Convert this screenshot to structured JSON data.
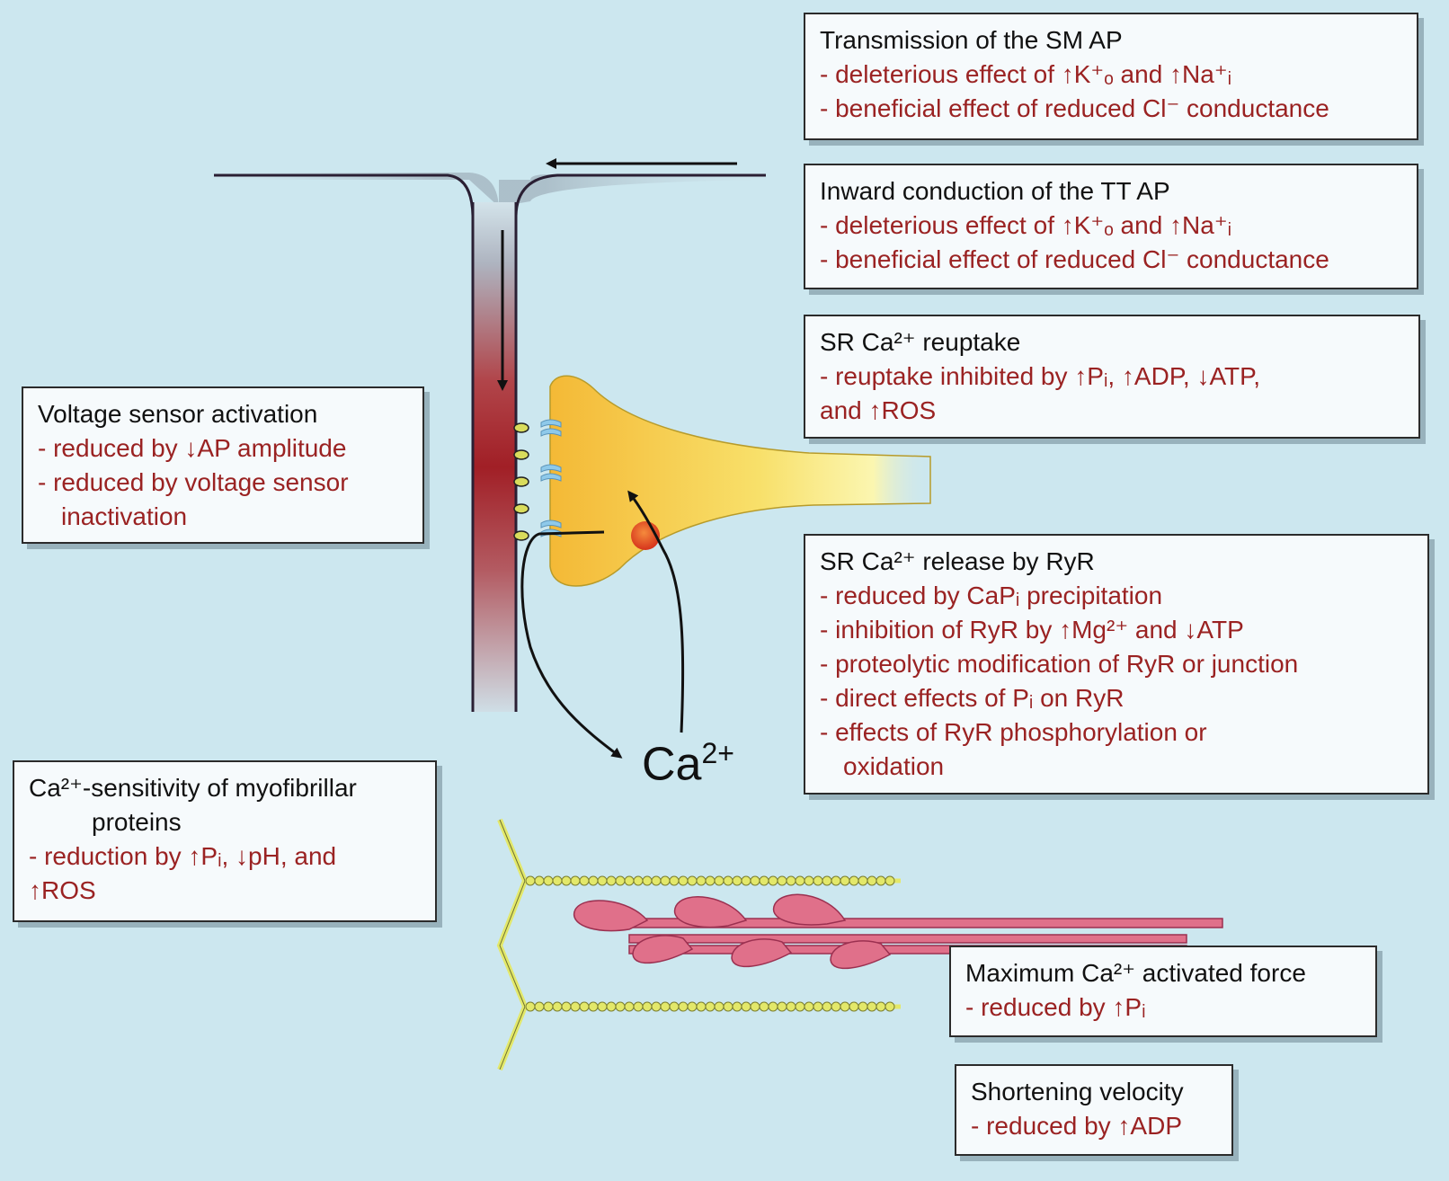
{
  "boxes": {
    "sm_ap": {
      "title": "Transmission of the SM AP",
      "lines": [
        "- deleterious effect of ↑K⁺ₒ and ↑Na⁺ᵢ",
        "- beneficial effect of reduced Cl⁻ conductance"
      ]
    },
    "tt_ap": {
      "title": "Inward conduction of the TT AP",
      "lines": [
        "- deleterious effect of ↑K⁺ₒ and ↑Na⁺ᵢ",
        "- beneficial effect of reduced Cl⁻ conductance"
      ]
    },
    "sr_reuptake": {
      "title": "SR Ca²⁺ reuptake",
      "lines": [
        "- reuptake inhibited by ↑Pᵢ, ↑ADP, ↓ATP,",
        "and ↑ROS"
      ]
    },
    "voltage_sensor": {
      "title": "Voltage sensor activation",
      "lines": [
        "- reduced by ↓AP amplitude",
        "- reduced by voltage sensor",
        "inactivation"
      ]
    },
    "sr_release": {
      "title": "SR Ca²⁺ release by RyR",
      "lines": [
        "- reduced by CaPᵢ precipitation",
        "- inhibition of RyR by ↑Mg²⁺ and ↓ATP",
        "- proteolytic modification of RyR or junction",
        "- direct effects of Pᵢ on RyR",
        "- effects of RyR phosphorylation or",
        "oxidation"
      ]
    },
    "ca_sensitivity": {
      "title": "Ca²⁺-sensitivity of myofibrillar",
      "title2": "proteins",
      "lines": [
        "- reduction by ↑Pᵢ, ↓pH, and",
        "↑ROS"
      ]
    },
    "max_force": {
      "title": "Maximum Ca²⁺ activated force",
      "lines": [
        "- reduced by ↑Pᵢ"
      ]
    },
    "shortening": {
      "title": "Shortening velocity",
      "lines": [
        "- reduced by ↑ADP"
      ]
    }
  },
  "ca_label": {
    "base": "Ca",
    "sup": "2+"
  },
  "colors": {
    "background": "#cce7ef",
    "box_fill": "#f6fafc",
    "title_text": "#111111",
    "effect_text": "#9a2222",
    "sr": "#f5c23a",
    "tubule": "#a8252c",
    "actin": "#e3e86a",
    "myosin": "#e0708a"
  }
}
